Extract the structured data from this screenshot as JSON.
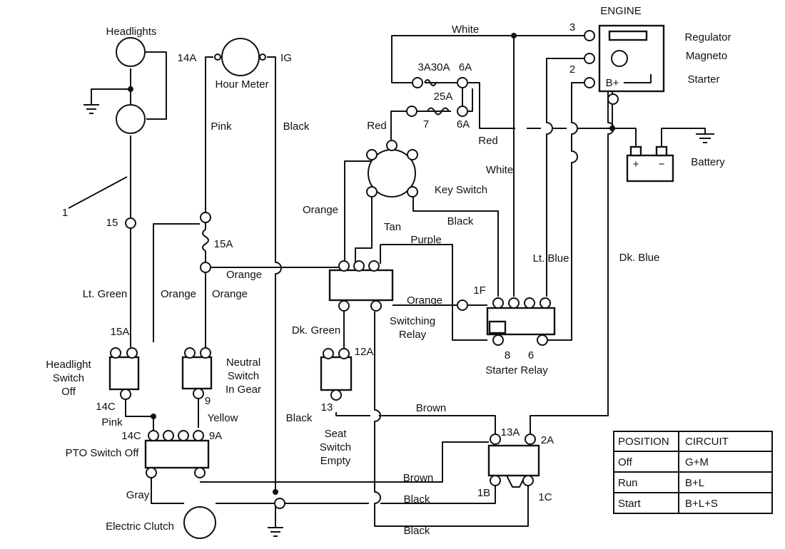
{
  "components": {
    "headlights": "Headlights",
    "hour_meter": "Hour Meter",
    "engine": "ENGINE",
    "regulator": "Regulator",
    "magneto": "Magneto",
    "starter": "Starter",
    "battery": "Battery",
    "battery_plus": "+",
    "battery_minus": "−",
    "b_plus": "B+",
    "key_switch": "Key Switch",
    "switching_relay": "Switching\nRelay",
    "starter_relay": "Starter Relay",
    "headlight_switch": "Headlight\nSwitch\nOff",
    "neutral_switch": "Neutral\nSwitch\nIn Gear",
    "seat_switch": "Seat\nSwitch\nEmpty",
    "pto_switch": "PTO Switch Off",
    "electric_clutch": "Electric Clutch",
    "callout": "1"
  },
  "terminals": {
    "t14a": "14A",
    "ig": "IG",
    "t3": "3",
    "t2": "2",
    "f3a30a": "3A30A",
    "f6a": "6A",
    "f25a": "25A",
    "f7": "7",
    "f6a2": "6A",
    "t15": "15",
    "f15a": "15A",
    "t15a": "15A",
    "t14c_hs": "14C",
    "t9": "9",
    "t14c_pto": "14C",
    "t9a": "9A",
    "t12a": "12A",
    "t13": "13",
    "t1f": "1F",
    "t8": "8",
    "t6": "6",
    "t13a": "13A",
    "t2a": "2A",
    "t1b": "1B",
    "t1c": "1C"
  },
  "wires": {
    "white_top": "White",
    "red_key": "Red",
    "red_mid": "Red",
    "white_mid": "White",
    "pink_top": "Pink",
    "black_top": "Black",
    "black_key": "Black",
    "orange_key": "Orange",
    "tan": "Tan",
    "purple": "Purple",
    "lt_blue": "Lt. Blue",
    "dk_blue": "Dk. Blue",
    "orange_h": "Orange",
    "orange_left": "Orange",
    "orange_right": "Orange",
    "lt_green": "Lt. Green",
    "orange_relay": "Orange",
    "dk_green": "Dk. Green",
    "brown_top": "Brown",
    "pink_low": "Pink",
    "yellow": "Yellow",
    "black_mid": "Black",
    "brown_low": "Brown",
    "gray": "Gray",
    "black_low": "Black",
    "black_bottom": "Black"
  },
  "table": {
    "headers": [
      "POSITION",
      "CIRCUIT"
    ],
    "rows": [
      [
        "Off",
        "G+M"
      ],
      [
        "Run",
        "B+L"
      ],
      [
        "Start",
        "B+L+S"
      ]
    ]
  }
}
